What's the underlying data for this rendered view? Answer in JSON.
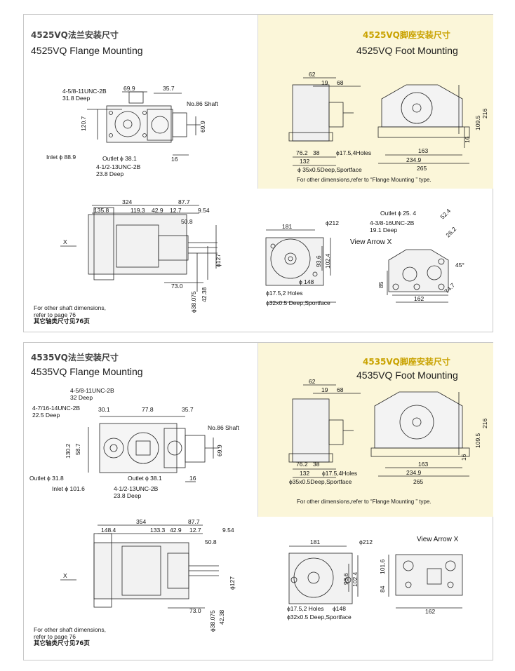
{
  "section1": {
    "flange_cn": "4525VQ法兰安装尺寸",
    "flange_en": "4525VQ  Flange Mounting",
    "foot_cn": "4525VQ脚座安装尺寸",
    "foot_en": "4525VQ Foot Mounting",
    "foot_note": "For other dimensions,refer to “Flange Mounting ” type.",
    "shaft_note": [
      "For other shaft dimensions,",
      "refer to page 76",
      "其它轴类尺寸见76页"
    ],
    "flange_labels": {
      "thread1": "4-5/8-11UNC-2B",
      "deep1": "31.8 Deep",
      "d699": "69.9",
      "d357": "35.7",
      "shaft": "No.86 Shaft",
      "d1207": "120.7",
      "d699v": "69.9",
      "inlet": "Inlet ϕ 88.9",
      "outlet": "Outlet ϕ 38.1",
      "d16": "16",
      "thread2": "4-1/2-13UNC-2B",
      "deep2": "23.8 Deep"
    },
    "foot_labels": {
      "d62": "62",
      "d19": "19",
      "d68": "68",
      "d762": "76.2",
      "d38": "38",
      "holes": "ϕ17.5,4Holes",
      "d132": "132",
      "spot": "ϕ 35x0.5Deep,Sportface",
      "d163": "163",
      "d2349": "234.9",
      "d265": "265",
      "d216": "216",
      "d1095": "109.5",
      "d16": "16"
    },
    "side_labels": {
      "d324": "324",
      "d877": "87.7",
      "d1358": "135.8",
      "d1193": "119.3",
      "d429": "42.9",
      "d127": "12.7",
      "d954": "9.54",
      "d508": "50.8",
      "x": "X",
      "d730": "73.0",
      "d38075": "ϕ38.075",
      "d4238": "42.38",
      "d127v": "ϕ127"
    },
    "front_labels": {
      "d181": "181",
      "d212": "ϕ212",
      "d936": "93.6",
      "d1024": "102.4",
      "d148": "ϕ 148",
      "holes": "ϕ17.5,2 Holes",
      "spot": "ϕ32x0.5 Deep,Sportface"
    },
    "view_labels": {
      "outlet": "Outlet ϕ 25. 4",
      "thread": "4-3/8-16UNC-2B",
      "deep": "19.1 Deep",
      "view": "View Arrow X",
      "d524": "52.4",
      "d262": "26.2",
      "a45": "45°",
      "d85": "85",
      "d747": "74.7",
      "d162": "162"
    }
  },
  "section2": {
    "flange_cn": "4535VQ法兰安装尺寸",
    "flange_en": "4535VQ Flange Mounting",
    "foot_cn": "4535VQ脚座安装尺寸",
    "foot_en": "4535VQ Foot Mounting",
    "foot_note": "For other dimensions,refer to “Flange Mounting ” type.",
    "shaft_note": [
      "For other shaft dimensions,",
      "refer to page 76",
      "其它轴类尺寸见76页"
    ],
    "flange_labels": {
      "thread1": "4-5/8-11UNC-2B",
      "deep1": "32 Deep",
      "thread3": "4-7/16-14UNC-2B",
      "deep3": "22.5 Deep",
      "d301": "30.1",
      "d778": "77.8",
      "d357": "35.7",
      "shaft": "No.86 Shaft",
      "d1302": "130.2",
      "d587": "58.7",
      "d699": "69.9",
      "outlet1": "Outlet ϕ 31.8",
      "outlet2": "Outlet ϕ 38.1",
      "d16": "16",
      "inlet": "Inlet ϕ 101.6",
      "thread2": "4-1/2-13UNC-2B",
      "deep2": "23.8 Deep"
    },
    "foot_labels": {
      "d62": "62",
      "d19": "19",
      "d68": "68",
      "d762": "76.2",
      "d38": "38",
      "holes": "ϕ17.5,4Holes",
      "d132": "132",
      "spot": "ϕ35x0.5Deep,Sportface",
      "d163": "163",
      "d2349": "234.9",
      "d265": "265",
      "d216": "216",
      "d1095": "109.5",
      "d16": "16"
    },
    "side_labels": {
      "d354": "354",
      "d877": "87.7",
      "d1484": "148.4",
      "d1333": "133.3",
      "d429": "42.9",
      "d127": "12.7",
      "d954": "9.54",
      "d508": "50.8",
      "x": "X",
      "d730": "73.0",
      "d38075": "ϕ38.075",
      "d4238": "42.38",
      "d127v": "ϕ127"
    },
    "front_labels": {
      "d181": "181",
      "d212": "ϕ212",
      "d936": "93.6",
      "d1024": "102.4",
      "d148": "ϕ148",
      "holes": "ϕ17.5,2 Holes",
      "spot": "ϕ32x0.5 Deep,Sportface"
    },
    "view_labels": {
      "view": "View Arrow X",
      "d1016": "101.6",
      "d84": "84",
      "d162": "162"
    }
  }
}
